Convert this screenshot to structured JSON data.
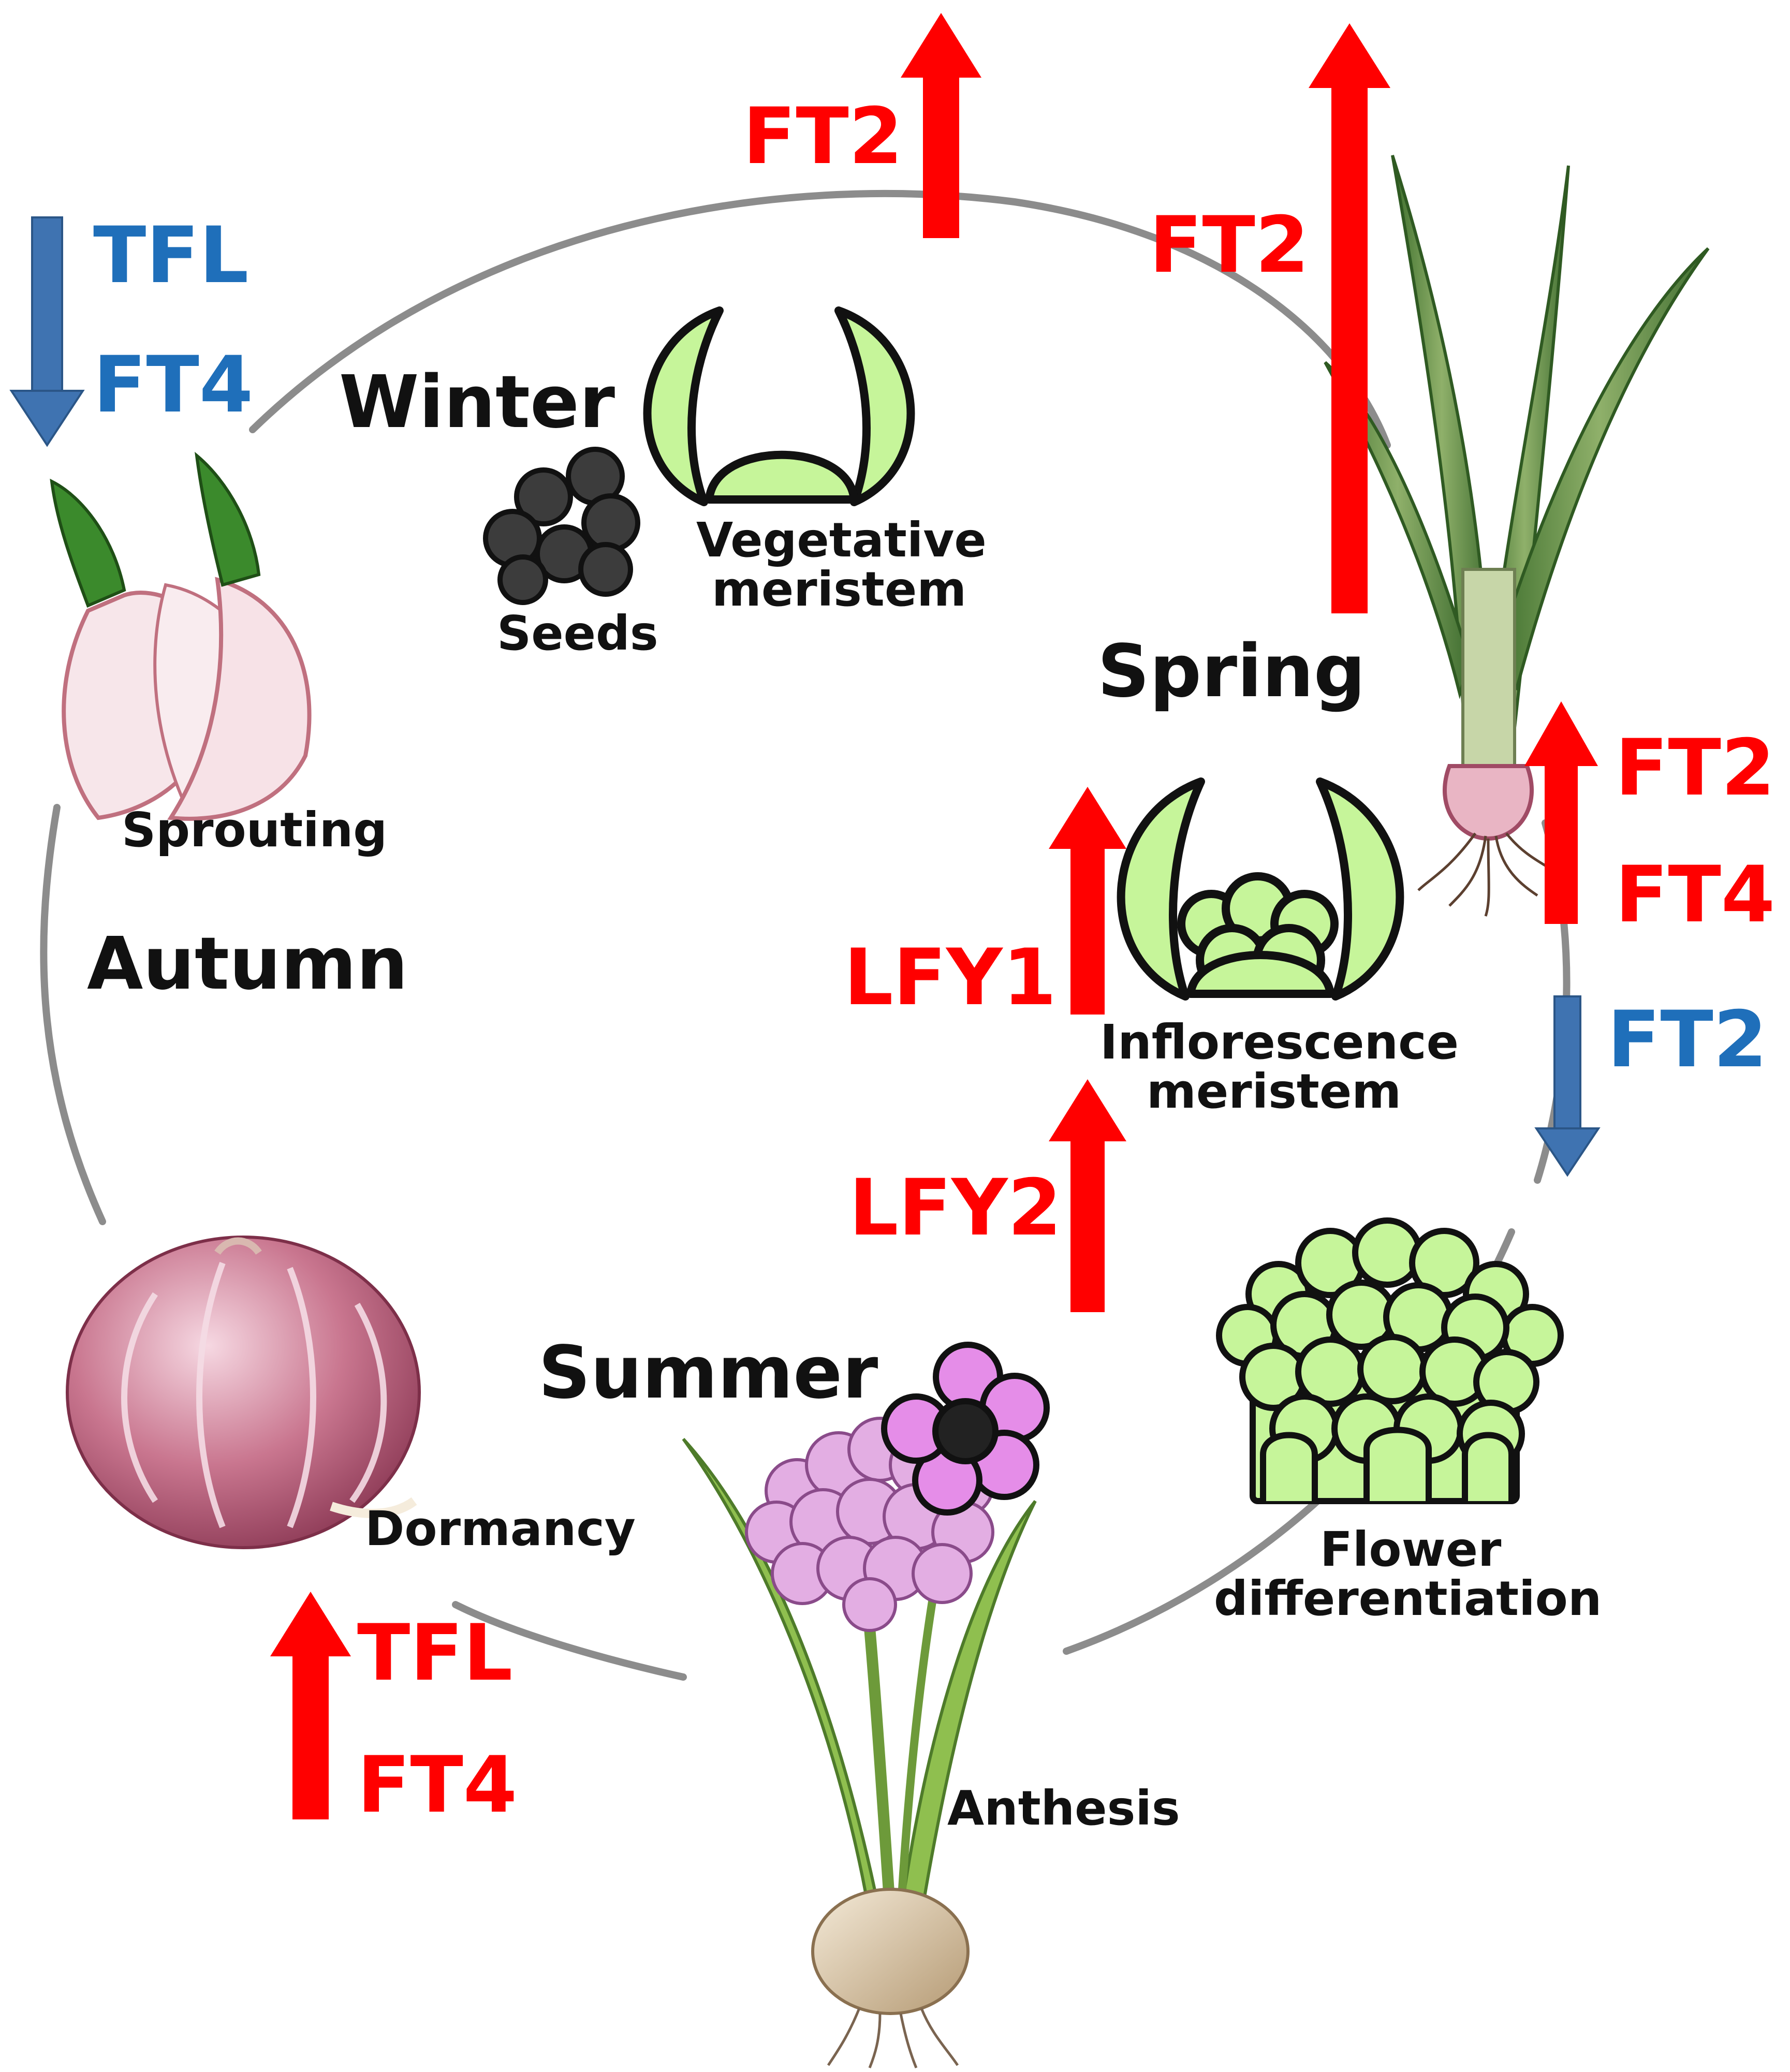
{
  "seasons": {
    "winter": "Winter",
    "spring": "Spring",
    "summer": "Summer",
    "autumn": "Autumn"
  },
  "stages": {
    "seeds": "Seeds",
    "vegetative_line1": "Vegetative",
    "vegetative_line2": "meristem",
    "inflorescence_line1": "Inflorescence",
    "inflorescence_line2": "meristem",
    "flower_line1": "Flower",
    "flower_line2": "differentiation",
    "anthesis": "Anthesis",
    "dormancy": "Dormancy",
    "sprouting": "Sprouting"
  },
  "genes": {
    "top_ft2_a": "FT2",
    "top_ft2_b": "FT2",
    "spring_ft2": "FT2",
    "spring_ft4": "FT4",
    "flower_ft2": "FT2",
    "lfy1": "LFY1",
    "lfy2": "LFY2",
    "dormancy_tfl": "TFL",
    "dormancy_ft4": "FT4",
    "sprout_tfl": "TFL",
    "sprout_ft4": "FT4"
  },
  "colors": {
    "upregulated": "#ff0000",
    "downregulated": "#3f73b1",
    "gene_down_text": "#1f6fba",
    "meristem_fill": "#c6f59a",
    "cycle_line": "#8c8c8c"
  }
}
